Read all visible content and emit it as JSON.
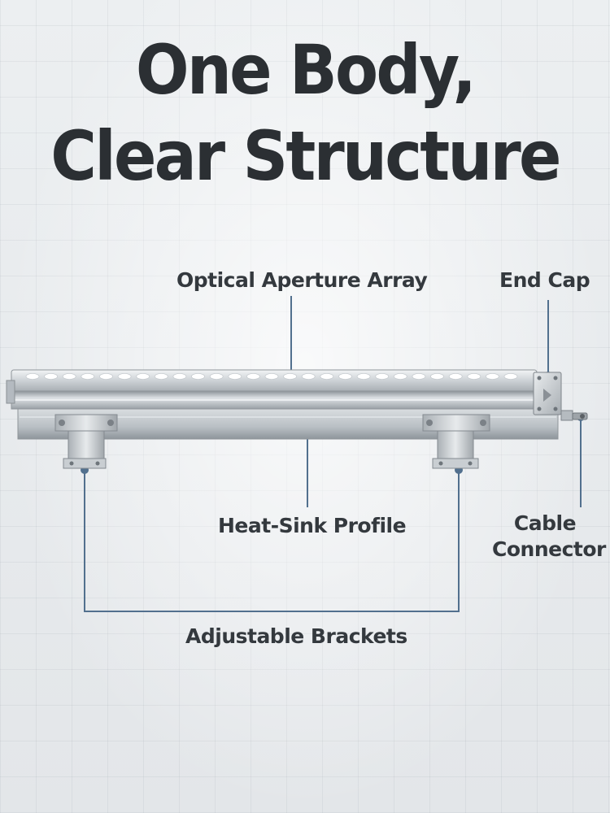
{
  "title": {
    "line1": "One Body,",
    "line2": "Clear Structure"
  },
  "callouts": {
    "optical_aperture_array": "Optical Aperture Array",
    "end_cap": "End Cap",
    "heat_sink_profile": "Heat-Sink Profile",
    "cable_connector": "Cable Connector",
    "adjustable_brackets": "Adjustable Brackets"
  },
  "colors": {
    "title": "#2b2f33",
    "label": "#34393e",
    "leader_line": "#52708e",
    "metal": "#c3c8cc"
  }
}
